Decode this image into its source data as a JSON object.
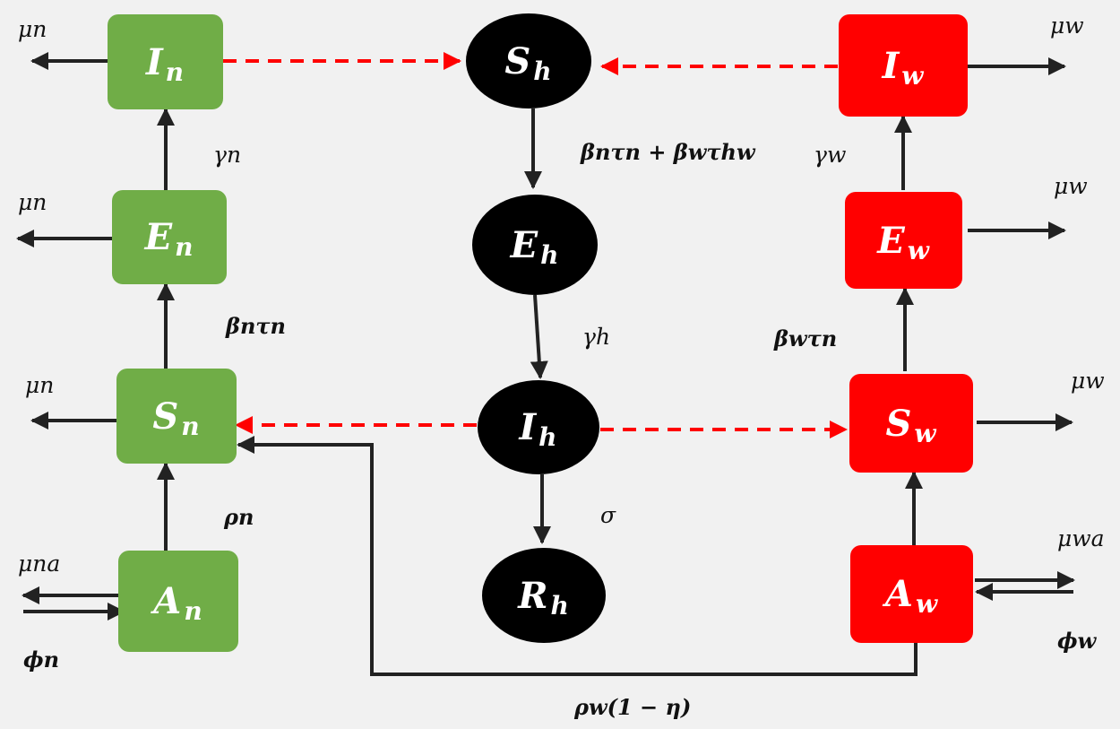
{
  "nodes": {
    "i_n": {
      "base": "I",
      "sub": "n"
    },
    "e_n": {
      "base": "E",
      "sub": "n"
    },
    "s_n": {
      "base": "S",
      "sub": "n"
    },
    "a_n": {
      "base": "A",
      "sub": "n"
    },
    "s_h": {
      "base": "S",
      "sub": "h"
    },
    "e_h": {
      "base": "E",
      "sub": "h"
    },
    "i_h": {
      "base": "I",
      "sub": "h"
    },
    "r_h": {
      "base": "R",
      "sub": "h"
    },
    "i_w": {
      "base": "I",
      "sub": "w"
    },
    "e_w": {
      "base": "E",
      "sub": "w"
    },
    "s_w": {
      "base": "S",
      "sub": "w"
    },
    "a_w": {
      "base": "A",
      "sub": "w"
    }
  },
  "labels": {
    "mu_n_top": "μn",
    "mu_n_e": "μn",
    "mu_n_s": "μn",
    "mu_na": "μna",
    "phi_n": "ϕn",
    "gamma_n": "γn",
    "beta_n_tau_n": "βnτn",
    "rho_n": "ρn",
    "human_infection_rate": "βnτn + βwτhw",
    "gamma_h": "γh",
    "sigma": "σ",
    "mu_w_top": "μw",
    "mu_w_e": "μw",
    "mu_w_s": "μw",
    "mu_wa": "μwa",
    "phi_w": "ϕw",
    "gamma_w": "γw",
    "beta_w_tau_n": "βwτn",
    "rho_w_eta": "ρw(1 − η)"
  },
  "colors": {
    "green_compartment": "#70ad47",
    "red_compartment": "#ff0000",
    "human_compartment": "#000000",
    "transmission_arrow": "#ff0000",
    "flow_arrow": "#222222",
    "background": "#f1f1f1"
  }
}
